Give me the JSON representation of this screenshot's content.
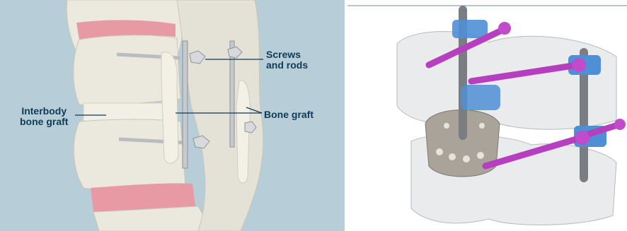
{
  "left_panel": {
    "labels": {
      "screws_and_rods": "Screws\nand rods",
      "bone_graft": "Bone graft",
      "interbody_bone_graft": "Interbody\nbone graft"
    },
    "colors": {
      "background": "#b7cdd7",
      "bone": "#e9e6dc",
      "disc": "#e89aa4",
      "leader_line": "#0f3b57",
      "hardware": "#c9ccd0"
    }
  },
  "right_panel": {
    "colors": {
      "vertebra": "#d9dadd",
      "rod": "#7a7d82",
      "screw": "#b63fbf",
      "connector": "#4f8fd6",
      "cage": "#a9a39a"
    }
  }
}
